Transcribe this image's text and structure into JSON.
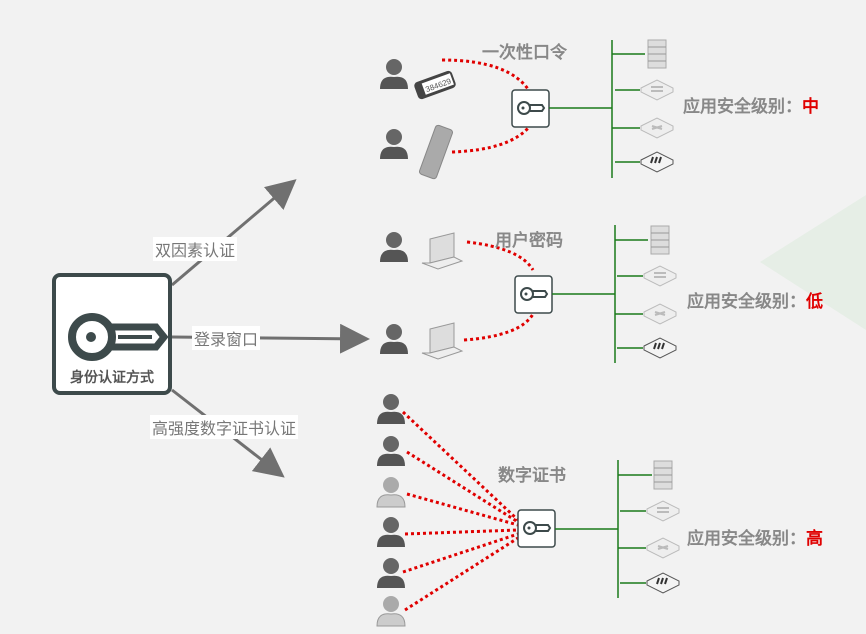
{
  "root": {
    "label": "身份认证方式",
    "icon": "key-icon"
  },
  "edges": [
    {
      "label": "双因素认证"
    },
    {
      "label": "登录窗口"
    },
    {
      "label": "高强度数字证书认证"
    }
  ],
  "sections": [
    {
      "title": "一次性口令",
      "level_label": "应用安全级别：",
      "level_value": "中",
      "users": [
        "businessman-token",
        "businesswoman-phone"
      ],
      "token_text": "384629"
    },
    {
      "title": "用户密码",
      "level_label": "应用安全级别：",
      "level_value": "低",
      "users": [
        "businessman-laptop",
        "businesswoman-laptop"
      ]
    },
    {
      "title": "数字证书",
      "level_label": "应用安全级别：",
      "level_value": "高",
      "users": [
        "man-dark",
        "woman-long-hair",
        "man-light",
        "woman-short-hair",
        "man-cap",
        "woman-ponytail"
      ]
    }
  ],
  "devices": [
    "server",
    "switch",
    "router",
    "firewall"
  ],
  "colors": {
    "accent_red": "#e00000",
    "line_green": "#1a7a1a",
    "arrow_gray": "#707070",
    "box_dark": "#3d4a4b"
  }
}
